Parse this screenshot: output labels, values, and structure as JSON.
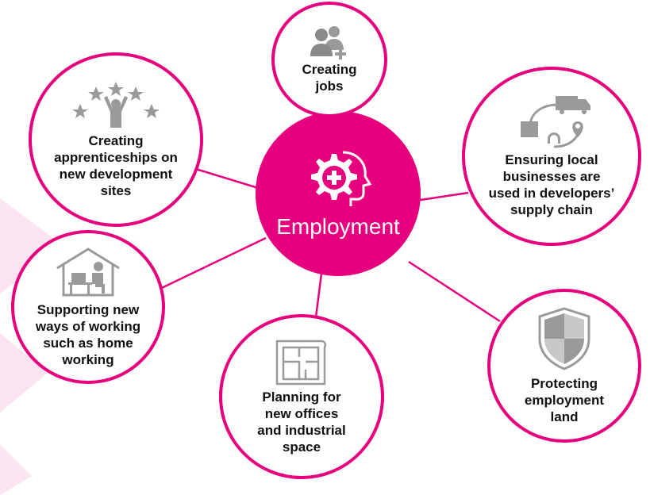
{
  "accent_color": "#e6007e",
  "icon_color": "#9a9a9a",
  "center": {
    "label": "Employment",
    "icon": "head-gear-plus-icon"
  },
  "nodes": [
    {
      "label": "Creating\njobs",
      "icon": "people-plus-icon"
    },
    {
      "label": "Ensuring local\nbusinesses are\nused in developers’\nsupply chain",
      "icon": "supply-chain-icon"
    },
    {
      "label": "Protecting\nemployment\nland",
      "icon": "shield-icon"
    },
    {
      "label": "Planning for\nnew offices\nand industrial\nspace",
      "icon": "floor-plan-icon"
    },
    {
      "label": "Supporting new\nways of working\nsuch as home\nworking",
      "icon": "home-working-icon"
    },
    {
      "label": "Creating\napprenticeships on\nnew development\nsites",
      "icon": "stars-person-icon"
    }
  ]
}
